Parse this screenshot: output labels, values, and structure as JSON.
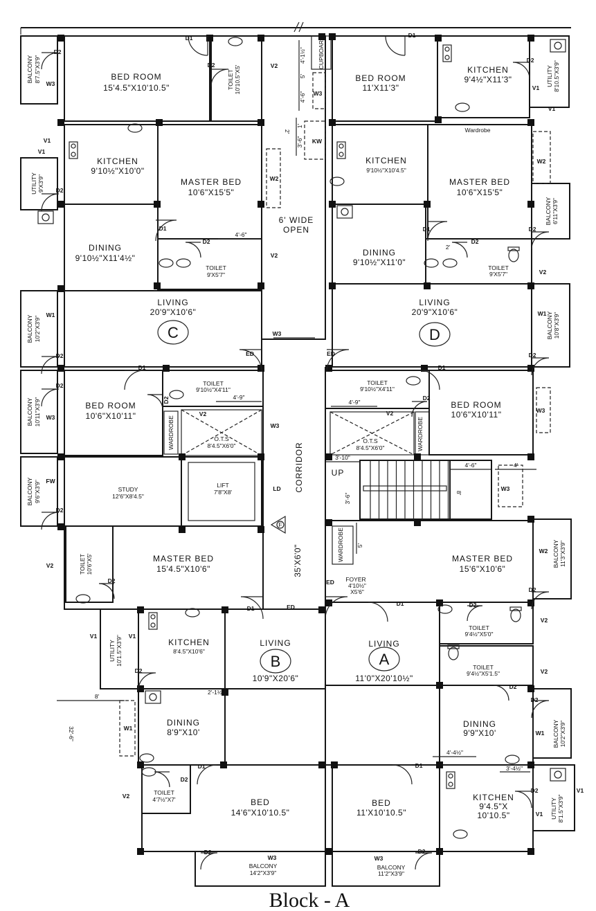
{
  "title": "Block - A",
  "units": {
    "C": {
      "badge": "C",
      "bed_room": {
        "name": "BED ROOM",
        "size": "15'4.5\"X10'10.5\""
      },
      "toilet_1": {
        "name": "TOILET",
        "size": "10'10.5\"X5'"
      },
      "balcony_1": {
        "name": "BALCONY",
        "size": "8'7.5\"X3'9\""
      },
      "kitchen": {
        "name": "KITCHEN",
        "size": "9'10½\"X10'0\""
      },
      "master_bed": {
        "name": "MASTER BED",
        "size": "10'6\"X15'5\""
      },
      "utility": {
        "name": "UTILITY",
        "size": "9'X3'9\""
      },
      "dining": {
        "name": "DINING",
        "size": "9'10½\"X11'4½\""
      },
      "toilet_2": {
        "name": "TOILET",
        "size": "9'X5'7\""
      },
      "living": {
        "name": "LIVING",
        "size": "20'9\"X10'6\""
      },
      "balcony_2": {
        "name": "BALCONY",
        "size": "10'2\"X3'9\""
      },
      "bed_room_2": {
        "name": "BED ROOM",
        "size": "10'6\"X10'11\""
      },
      "toilet_3": {
        "name": "TOILET",
        "size": "9'10½\"X4'11\""
      },
      "balcony_3": {
        "name": "BALCONY",
        "size": "10'11\"X3'9\""
      },
      "ots": {
        "name": "O.T.S",
        "size": "8'4.5\"X6'0\""
      },
      "wardrobe": "WARDROBE",
      "study": {
        "name": "STUDY",
        "size": "12'6\"X8'4.5\""
      },
      "lift": {
        "name": "LIFT",
        "size": "7'8\"X8'"
      },
      "balcony_4": {
        "name": "BALCONY",
        "size": "9'6\"X3'9\""
      }
    },
    "D": {
      "badge": "D",
      "bed_room": {
        "name": "BED ROOM",
        "size": "11'X11'3\""
      },
      "kitchen_1": {
        "name": "KITCHEN",
        "size": "9'4½\"X11'3\""
      },
      "utility": {
        "name": "UTILITY",
        "size": "8'10.5\"X3'9\""
      },
      "wardrobe": "Wardrobe",
      "kitchen_2": {
        "name": "KITCHEN",
        "size": "9'10½\"X10'4.5\""
      },
      "master_bed": {
        "name": "MASTER BED",
        "size": "10'6\"X15'5\""
      },
      "balcony_1": {
        "name": "BALCONY",
        "size": "6'11\"X3'9\""
      },
      "dining": {
        "name": "DINING",
        "size": "9'10½\"X11'0\""
      },
      "toilet_1": {
        "name": "TOILET",
        "size": "9'X5'7\""
      },
      "living": {
        "name": "LIVING",
        "size": "20'9\"X10'6\""
      },
      "balcony_2": {
        "name": "BALCONY",
        "size": "10'8\"X3'9\""
      },
      "toilet_2": {
        "name": "TOILET",
        "size": "9'10½\"X4'11\""
      },
      "bed_room_2": {
        "name": "BED ROOM",
        "size": "10'6\"X10'11\""
      },
      "ots": {
        "name": "O.T.S",
        "size": "8'4.5\"X6'0\""
      },
      "wardrobe_2": "WARDROBE"
    },
    "B": {
      "badge": "B",
      "master_bed": {
        "name": "MASTER BED",
        "size": "15'4.5\"X10'6\""
      },
      "toilet_1": {
        "name": "TOILET",
        "size": "10'6\"X5'"
      },
      "utility": {
        "name": "UTILITY",
        "size": "10'1.5\"X3'9\""
      },
      "kitchen": {
        "name": "KITCHEN",
        "size": "8'4.5\"X10'6\""
      },
      "living": {
        "name": "LIVING",
        "size": "10'9\"X20'6\""
      },
      "dining": {
        "name": "DINING",
        "size": "8'9\"X10'"
      },
      "toilet_2": {
        "name": "TOILET",
        "size": "4'7½\"X7'"
      },
      "bed": {
        "name": "BED",
        "size": "14'6\"X10'10.5\""
      },
      "balcony": {
        "name": "BALCONY",
        "size": "14'2\"X3'9\""
      }
    },
    "A": {
      "badge": "A",
      "wardrobe": "WARDROBE",
      "master_bed": {
        "name": "MASTER BED",
        "size": "15'6\"X10'6\""
      },
      "balcony_1": {
        "name": "BALCONY",
        "size": "11'3\"X3'9\""
      },
      "foyer": {
        "name": "FOYER",
        "size_1": "4'10½\"",
        "size_2": "X5'6\""
      },
      "toilet_1": {
        "name": "TOILET",
        "size": "9'4½\"X5'0\""
      },
      "toilet_2": {
        "name": "TOILET",
        "size": "9'4½\"X5'1.5\""
      },
      "living": {
        "name": "LIVING",
        "size": "11'0\"X20'10½\""
      },
      "dining": {
        "name": "DINING",
        "size": "9'9\"X10'"
      },
      "balcony_2": {
        "name": "BALCONY",
        "size": "10'2\"X3'9\""
      },
      "bed": {
        "name": "BED",
        "size": "11'X10'10.5\""
      },
      "kitchen": {
        "name": "KITCHEN",
        "size_1": "9'4.5\"X",
        "size_2": "10'10.5\""
      },
      "utility": {
        "name": "UTILITY",
        "size": "8'1.5\"X3'9\""
      },
      "balcony_3": {
        "name": "BALCONY",
        "size": "11'2\"X3'9\""
      }
    }
  },
  "common": {
    "open_1": "6' WIDE",
    "open_2": "OPEN",
    "corridor": "CORRIDOR",
    "corridor_size": "35'X6'0\"",
    "cupboard": "CUPBOARD",
    "kw": "KW",
    "up": "UP",
    "fire_symbol": "F"
  },
  "dimensions": [
    "4'-1½\"",
    "5'",
    "4'-6\"",
    "1'",
    "3'-6\"",
    "4'-6\"",
    "2'",
    "2'",
    "4'-9\"",
    "4'-9\"",
    "3'-10\"",
    "3'-6\"",
    "4'-6\"",
    "4'",
    "8'",
    "5'",
    "8'",
    "32'-6\"",
    "2'-1½\"",
    "4'-4½\"",
    "3'-4½\""
  ],
  "tags": [
    "D1",
    "D2",
    "W3",
    "D2",
    "V2",
    "V1",
    "V1",
    "D2",
    "W2",
    "D1",
    "D2",
    "V2",
    "W1",
    "D2",
    "ED",
    "ED",
    "W3",
    "D1",
    "D2",
    "D2",
    "V2",
    "W3",
    "W3",
    "FW",
    "D2",
    "LD",
    "V2",
    "D2",
    "D1",
    "ED",
    "D1",
    "D2",
    "V1",
    "V1",
    "W3",
    "D1",
    "D2",
    "W2",
    "D2",
    "V2",
    "W1",
    "D2",
    "D1",
    "D2",
    "V2",
    "W3",
    "W3",
    "W2",
    "D2",
    "ED",
    "D1",
    "D2",
    "V2",
    "V2",
    "D2",
    "D2",
    "W1",
    "D1",
    "D2",
    "V1",
    "V1",
    "D2",
    "W3",
    "V1",
    "V1",
    "D2",
    "D1",
    "D2",
    "V2",
    "W1",
    "D2",
    "W3"
  ]
}
